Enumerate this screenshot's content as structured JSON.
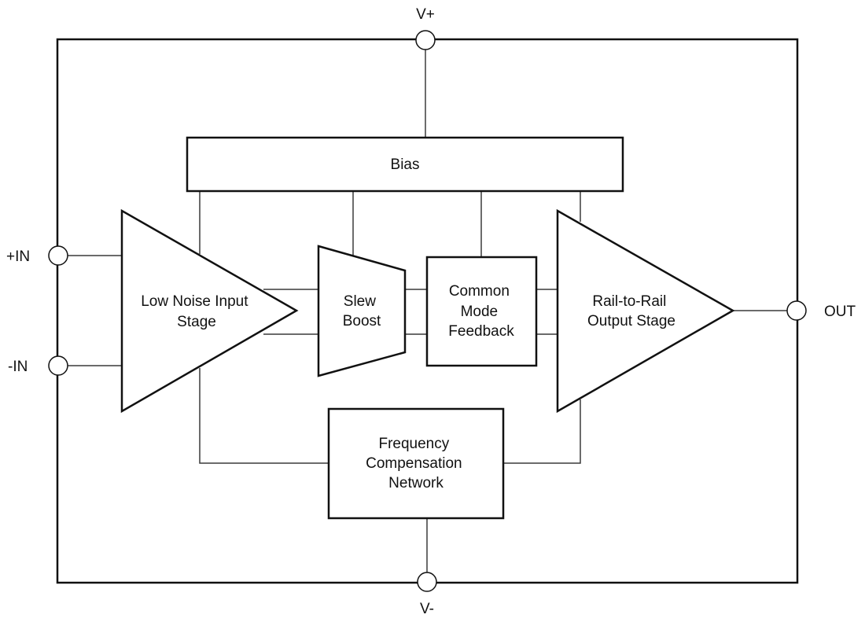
{
  "pins": {
    "v_plus": "V+",
    "v_minus": "V-",
    "in_plus": "+IN",
    "in_minus": "-IN",
    "out": "OUT"
  },
  "blocks": {
    "bias": "Bias",
    "input_stage": [
      "Low Noise Input",
      "Stage"
    ],
    "slew_boost": [
      "Slew",
      "Boost"
    ],
    "common_mode": [
      "Common",
      "Mode",
      "Feedback"
    ],
    "output_stage": [
      "Rail-to-Rail",
      "Output Stage"
    ],
    "freq_comp": [
      "Frequency",
      "Compensation",
      "Network"
    ]
  }
}
